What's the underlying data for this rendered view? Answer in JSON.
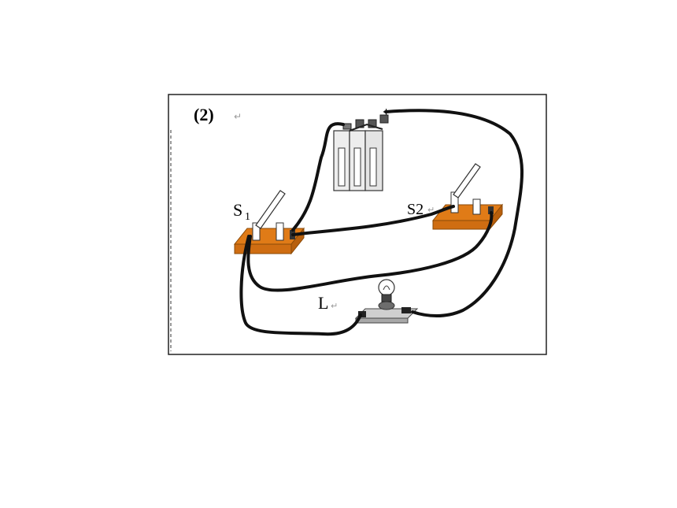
{
  "figure": {
    "number_label": "(2)",
    "para_mark": "↵",
    "battery_plus": "+",
    "switch1": {
      "main": "S",
      "sub": "1"
    },
    "switch2": {
      "label": "S2"
    },
    "lamp": {
      "label": "L"
    }
  },
  "colors": {
    "wire": "#111111",
    "switch_base": "#e07b17",
    "switch_base_dark": "#b85f0c",
    "battery": "#ededed",
    "lamp_base": "#bdbdbd"
  }
}
